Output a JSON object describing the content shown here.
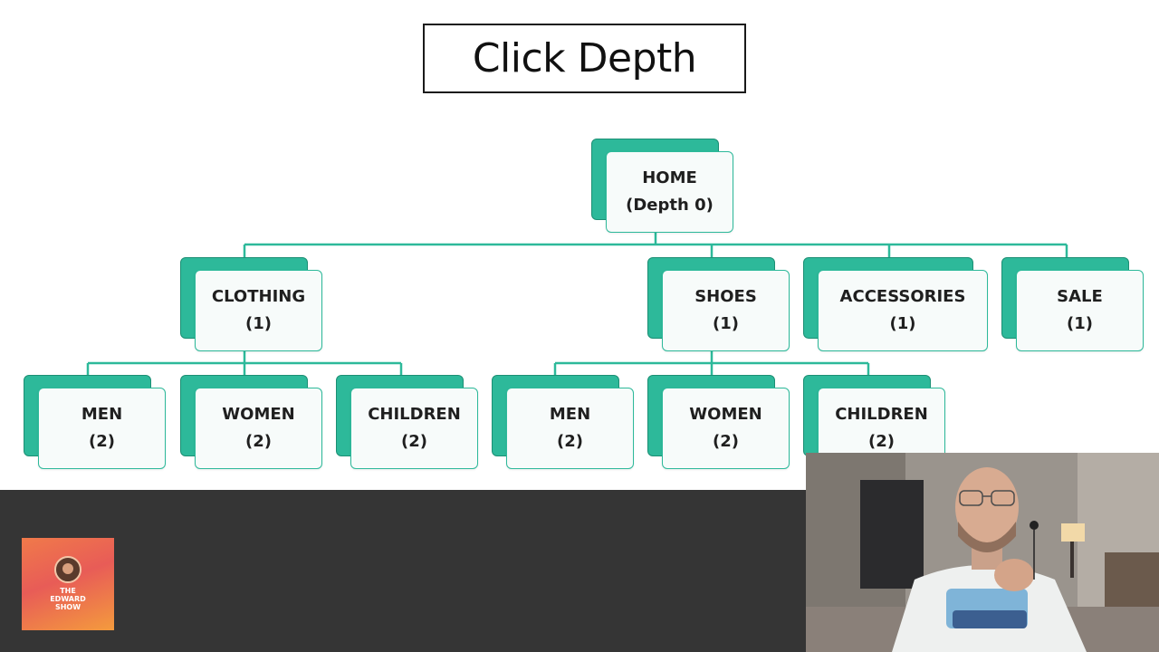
{
  "slide": {
    "title": "Click Depth"
  },
  "tree": {
    "root": {
      "name": "HOME",
      "depth": "(Depth 0)"
    },
    "level1": [
      {
        "name": "CLOTHING",
        "depth": "(1)"
      },
      {
        "name": "SHOES",
        "depth": "(1)"
      },
      {
        "name": "ACCESSORIES",
        "depth": "(1)"
      },
      {
        "name": "SALE",
        "depth": "(1)"
      }
    ],
    "level2": [
      {
        "name": "MEN",
        "depth": "(2)"
      },
      {
        "name": "WOMEN",
        "depth": "(2)"
      },
      {
        "name": "CHILDREN",
        "depth": "(2)"
      },
      {
        "name": "MEN",
        "depth": "(2)"
      },
      {
        "name": "WOMEN",
        "depth": "(2)"
      },
      {
        "name": "CHILDREN",
        "depth": "(2)"
      }
    ]
  },
  "logo": {
    "line1": "THE",
    "line2": "EDWARD",
    "line3": "SHOW"
  },
  "colors": {
    "accent": "#2db99a",
    "band": "#353535"
  }
}
